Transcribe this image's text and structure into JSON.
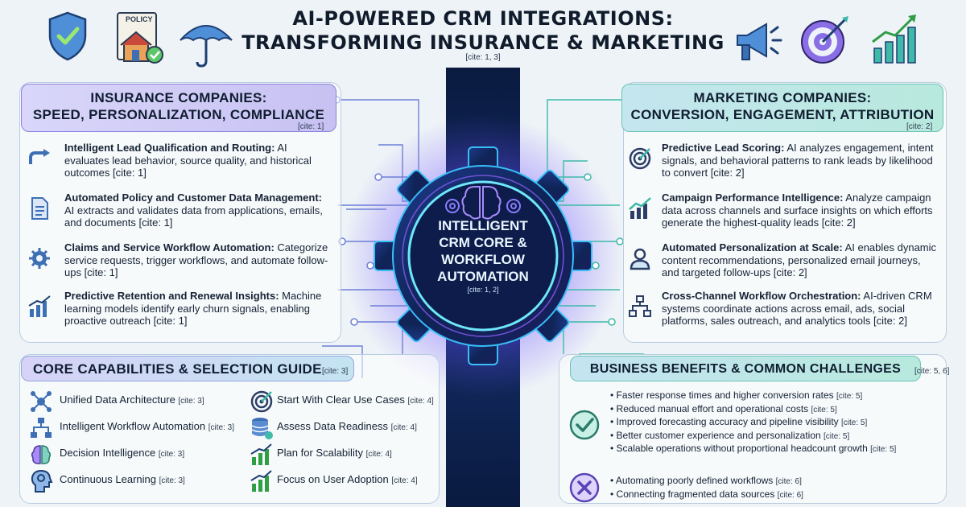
{
  "title": {
    "line1": "AI-POWERED CRM INTEGRATIONS:",
    "line2": "TRANSFORMING INSURANCE & MARKETING",
    "cite": "[cite: 1, 3]",
    "left_icons": [
      "shield-check-icon",
      "policy-house-icon",
      "umbrella-icon"
    ],
    "right_icons": [
      "megaphone-icon",
      "target-icon",
      "growth-chart-icon"
    ],
    "policy_label": "POLICY"
  },
  "core": {
    "line1": "INTELLIGENT",
    "line2": "CRM CORE &",
    "line3": "WORKFLOW",
    "line4": "AUTOMATION",
    "cite": "[cite: 1, 2]"
  },
  "insurance": {
    "header_line1": "INSURANCE COMPANIES:",
    "header_line2": "SPEED, PERSONALIZATION, COMPLIANCE",
    "header_cite": "[cite: 1]",
    "items": [
      {
        "icon": "routing-arrow-icon",
        "title": "Intelligent Lead Qualification and Routing:",
        "text": " AI evaluates lead behavior, source quality, and historical outcomes [cite: 1]"
      },
      {
        "icon": "document-icon",
        "title": "Automated Policy and Customer Data Management:",
        "text": " AI extracts and validates data from applications, emails, and documents [cite: 1]"
      },
      {
        "icon": "gear-icon",
        "title": "Claims and Service Workflow Automation:",
        "text": " Categorize service requests, trigger workflows, and automate follow-ups [cite: 1]"
      },
      {
        "icon": "bar-chart-icon",
        "title": "Predictive Retention and Renewal Insights:",
        "text": " Machine learning models identify early churn signals, enabling proactive outreach [cite: 1]"
      }
    ]
  },
  "marketing": {
    "header_line1": "MARKETING COMPANIES:",
    "header_line2": "CONVERSION, ENGAGEMENT, ATTRIBUTION",
    "header_cite": "[cite: 2]",
    "items": [
      {
        "icon": "target-icon",
        "title": "Predictive Lead Scoring:",
        "text": " AI analyzes engagement, intent signals, and behavioral patterns to rank leads by likelihood to convert [cite: 2]"
      },
      {
        "icon": "line-chart-icon",
        "title": "Campaign Performance Intelligence:",
        "text": " Analyze campaign data across channels and surface insights on which efforts generate the highest-quality leads [cite: 2]"
      },
      {
        "icon": "user-icon",
        "title": "Automated Personalization at Scale:",
        "text": " AI enables dynamic content recommendations, personalized email journeys, and targeted follow-ups [cite: 2]"
      },
      {
        "icon": "workflow-icon",
        "title": "Cross-Channel Workflow Orchestration:",
        "text": " AI-driven CRM systems coordinate actions across email, ads, social platforms, sales outreach, and analytics tools [cite: 2]"
      }
    ]
  },
  "capabilities": {
    "header": "CORE CAPABILITIES & SELECTION GUIDE",
    "header_cite": "[cite: 3]",
    "left": [
      {
        "icon": "network-icon",
        "label": "Unified Data Architecture",
        "cite": "[cite: 3]"
      },
      {
        "icon": "hierarchy-icon",
        "label": "Intelligent Workflow Automation",
        "cite": "[cite: 3]"
      },
      {
        "icon": "brain-icon",
        "label": "Decision Intelligence",
        "cite": "[cite: 3]"
      },
      {
        "icon": "learning-head-icon",
        "label": "Continuous Learning",
        "cite": "[cite: 3]"
      }
    ],
    "right": [
      {
        "icon": "target-icon",
        "label": "Start With Clear Use Cases",
        "cite": "[cite: 4]"
      },
      {
        "icon": "database-icon",
        "label": "Assess Data Readiness",
        "cite": "[cite: 4]"
      },
      {
        "icon": "growth-chart-icon",
        "label": "Plan for Scalability",
        "cite": "[cite: 4]"
      },
      {
        "icon": "growth-chart-icon",
        "label": "Focus on User Adoption",
        "cite": "[cite: 4]"
      }
    ]
  },
  "benefits": {
    "header": "BUSINESS BENEFITS & COMMON CHALLENGES",
    "header_cite": "[cite: 5, 6]",
    "benefits": [
      {
        "label": "Faster response times and higher conversion rates",
        "cite": "[cite: 5]"
      },
      {
        "label": "Reduced manual effort and operational costs",
        "cite": "[cite: 5]"
      },
      {
        "label": "Improved forecasting accuracy and pipeline visibility",
        "cite": "[cite: 5]"
      },
      {
        "label": "Better customer experience and personalization",
        "cite": "[cite: 5]"
      },
      {
        "label": "Scalable operations without proportional headcount growth",
        "cite": "[cite: 5]"
      }
    ],
    "challenges": [
      {
        "label": "Automating poorly defined workflows",
        "cite": "[cite: 6]"
      },
      {
        "label": "Connecting fragmented data sources",
        "cite": "[cite: 6]"
      }
    ],
    "benefit_icon": "check-circle-icon",
    "challenge_icon": "x-circle-icon"
  },
  "colors": {
    "insurance_accent": "#7b6fd6",
    "marketing_accent": "#3fb9a8",
    "core_glow": "#22d3ee",
    "spine": "#0b1d4a"
  }
}
